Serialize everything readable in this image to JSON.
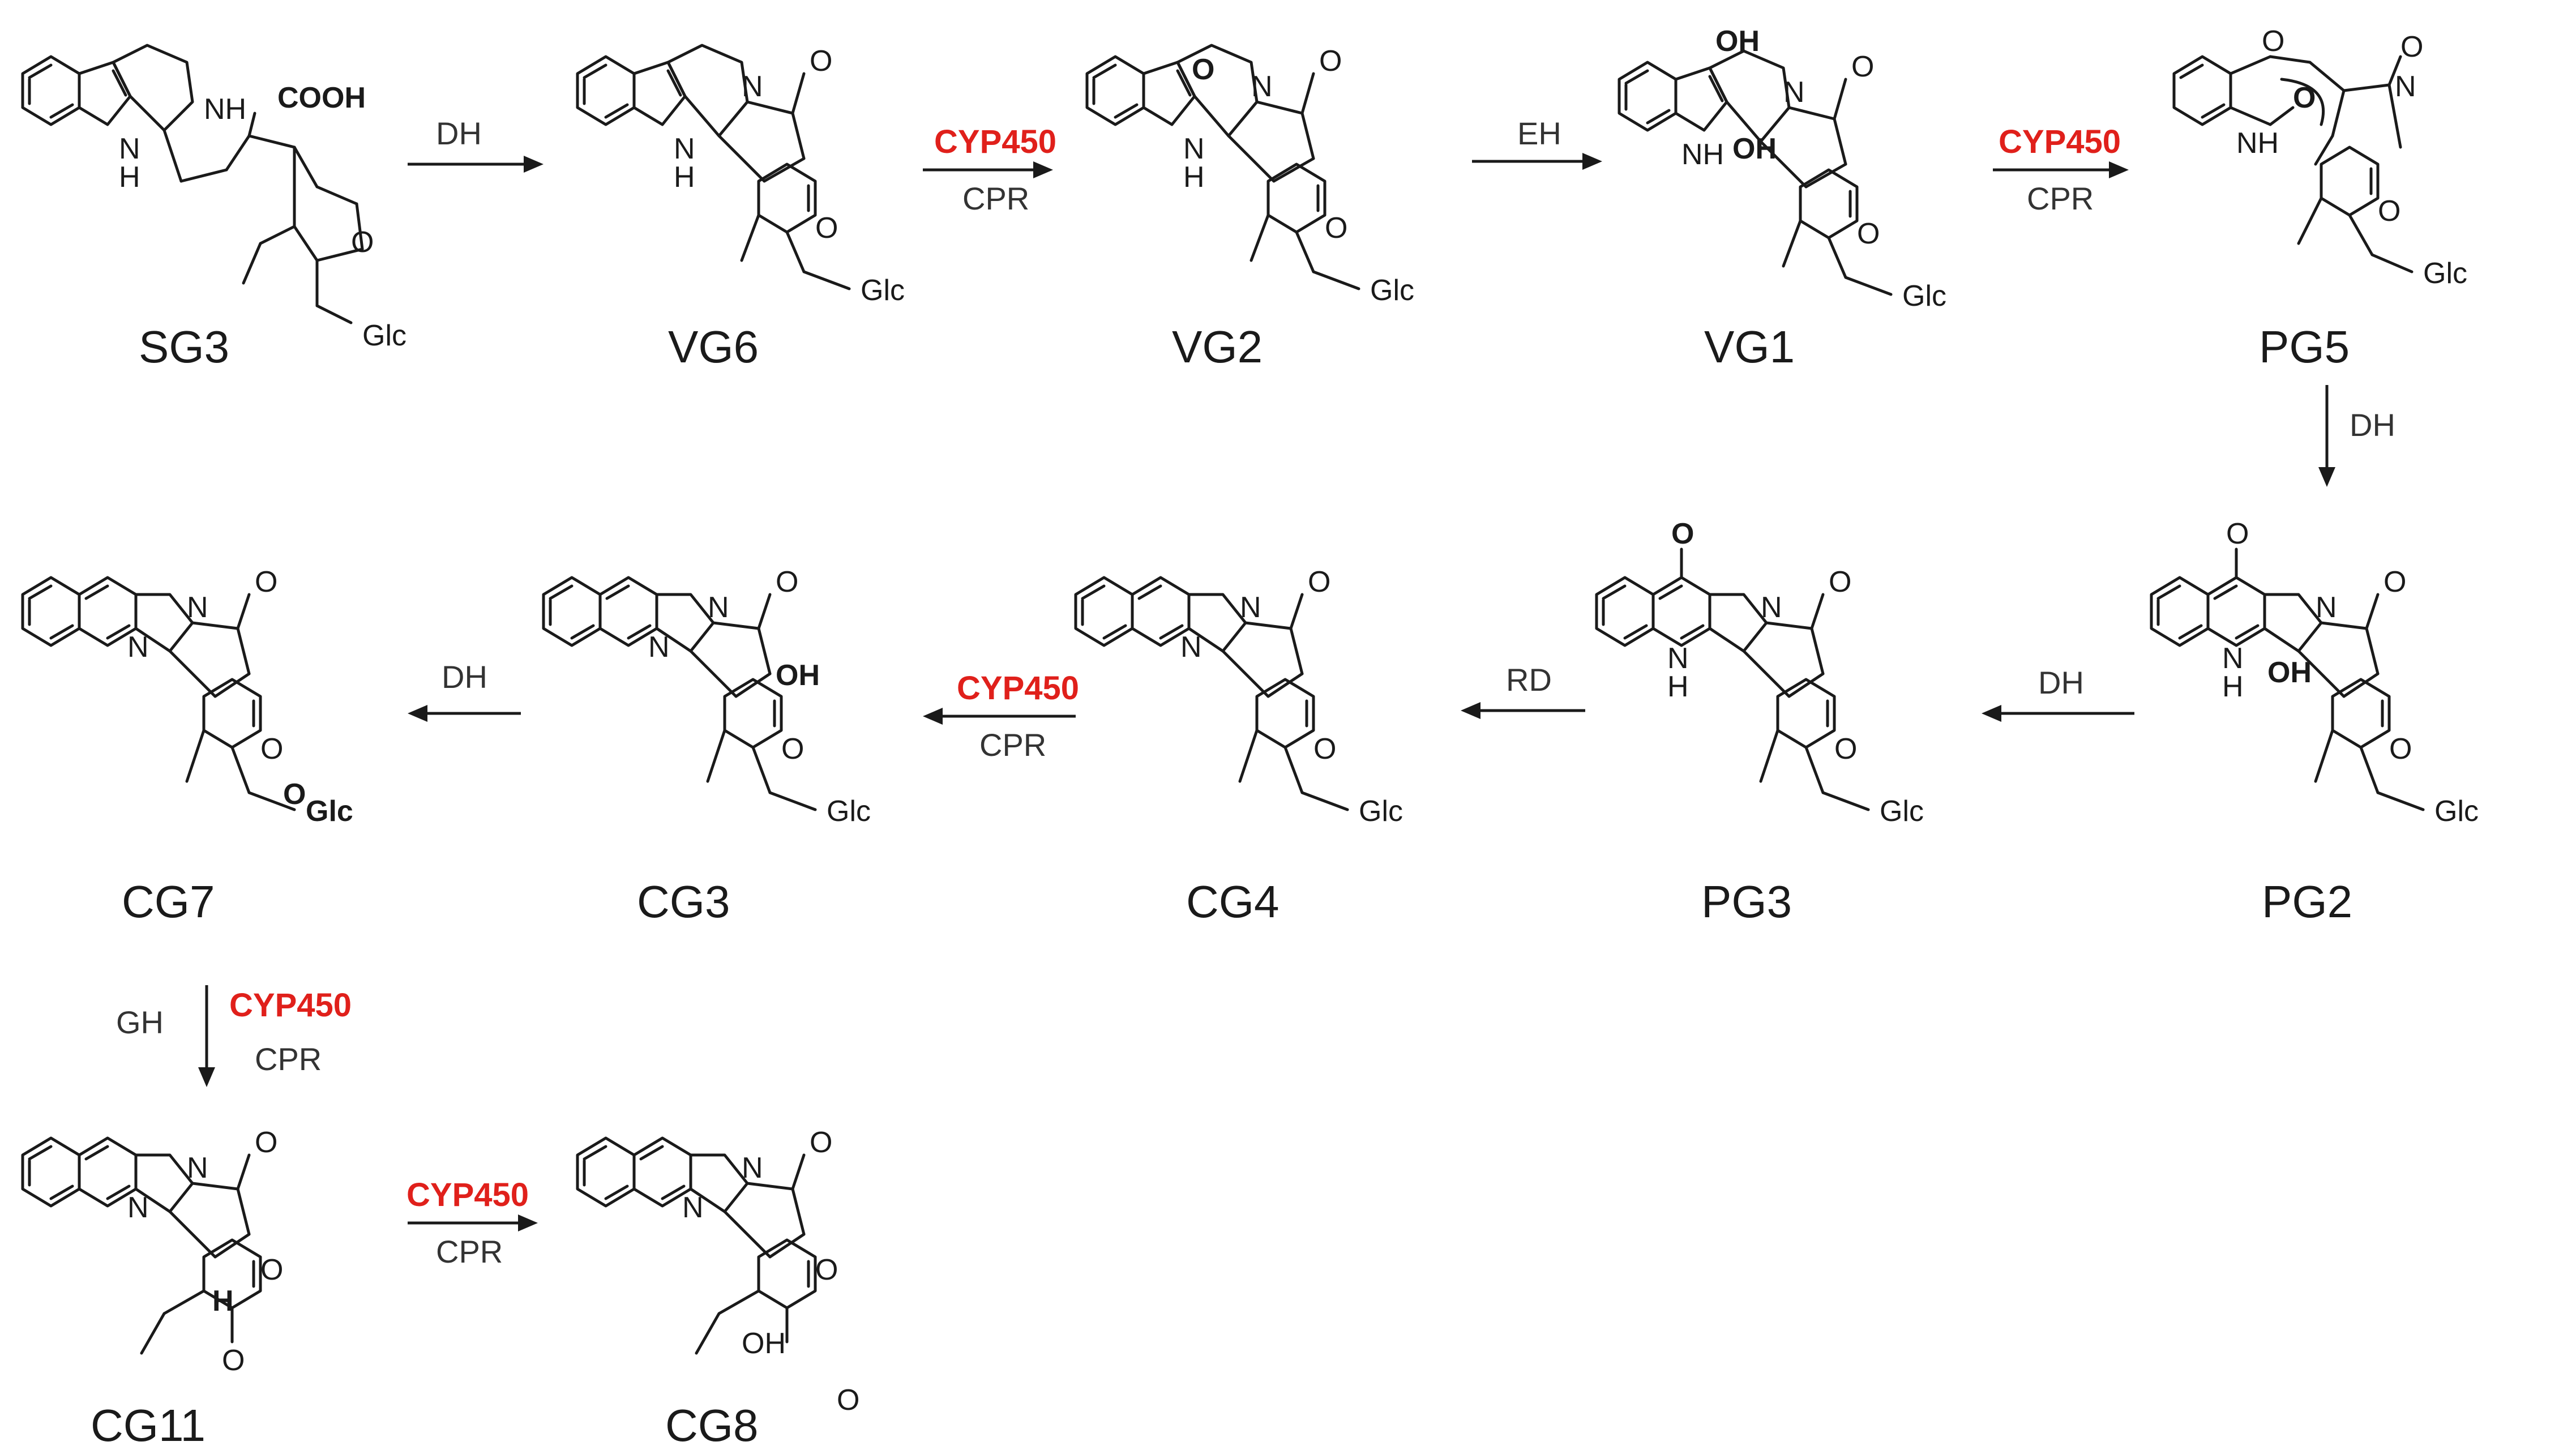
{
  "compounds": [
    {
      "id": "SG3",
      "label": "SG3",
      "acid": "COOH",
      "nh": "NH"
    },
    {
      "id": "VG6",
      "label": "VG6"
    },
    {
      "id": "VG2",
      "label": "VG2"
    },
    {
      "id": "VG1",
      "label": "VG1",
      "oh": "OH"
    },
    {
      "id": "PG5",
      "label": "PG5"
    },
    {
      "id": "PG2",
      "label": "PG2",
      "oh": "OH"
    },
    {
      "id": "PG3",
      "label": "PG3"
    },
    {
      "id": "CG4",
      "label": "CG4"
    },
    {
      "id": "CG3",
      "label": "CG3",
      "oh": "OH"
    },
    {
      "id": "CG7",
      "label": "CG7"
    },
    {
      "id": "CG11",
      "label": "CG11"
    },
    {
      "id": "CG8",
      "label": "CG8",
      "oh": "OH"
    }
  ],
  "atoms": {
    "nh": "NH",
    "h": "H",
    "n": "N",
    "o": "O",
    "oh": "OH",
    "oglc": "O",
    "glc": "Glc"
  },
  "steps": [
    {
      "from": "SG3",
      "to": "VG6",
      "enzymes": [
        "DH"
      ],
      "highlight": []
    },
    {
      "from": "VG6",
      "to": "VG2",
      "enzymes": [
        "CYP450",
        "CPR"
      ],
      "highlight": [
        "CYP450"
      ]
    },
    {
      "from": "VG2",
      "to": "VG1",
      "enzymes": [
        "EH"
      ],
      "highlight": []
    },
    {
      "from": "VG1",
      "to": "PG5",
      "enzymes": [
        "CYP450",
        "CPR"
      ],
      "highlight": [
        "CYP450"
      ]
    },
    {
      "from": "PG5",
      "to": "PG2",
      "enzymes": [
        "DH"
      ],
      "highlight": []
    },
    {
      "from": "PG2",
      "to": "PG3",
      "enzymes": [
        "DH"
      ],
      "highlight": []
    },
    {
      "from": "PG3",
      "to": "CG4",
      "enzymes": [
        "RD"
      ],
      "highlight": []
    },
    {
      "from": "CG4",
      "to": "CG3",
      "enzymes": [
        "CYP450",
        "CPR"
      ],
      "highlight": [
        "CYP450"
      ]
    },
    {
      "from": "CG3",
      "to": "CG7",
      "enzymes": [
        "DH"
      ],
      "highlight": []
    },
    {
      "from": "CG7",
      "to": "CG11",
      "enzymes": [
        "GH",
        "CYP450",
        "CPR"
      ],
      "highlight": [
        "CYP450"
      ]
    },
    {
      "from": "CG11",
      "to": "CG8",
      "enzymes": [
        "CYP450",
        "CPR"
      ],
      "highlight": [
        "CYP450"
      ]
    }
  ],
  "colors": {
    "ink": "#1a1a1a",
    "highlight": "#e0201b",
    "enzyme": "#333333"
  }
}
